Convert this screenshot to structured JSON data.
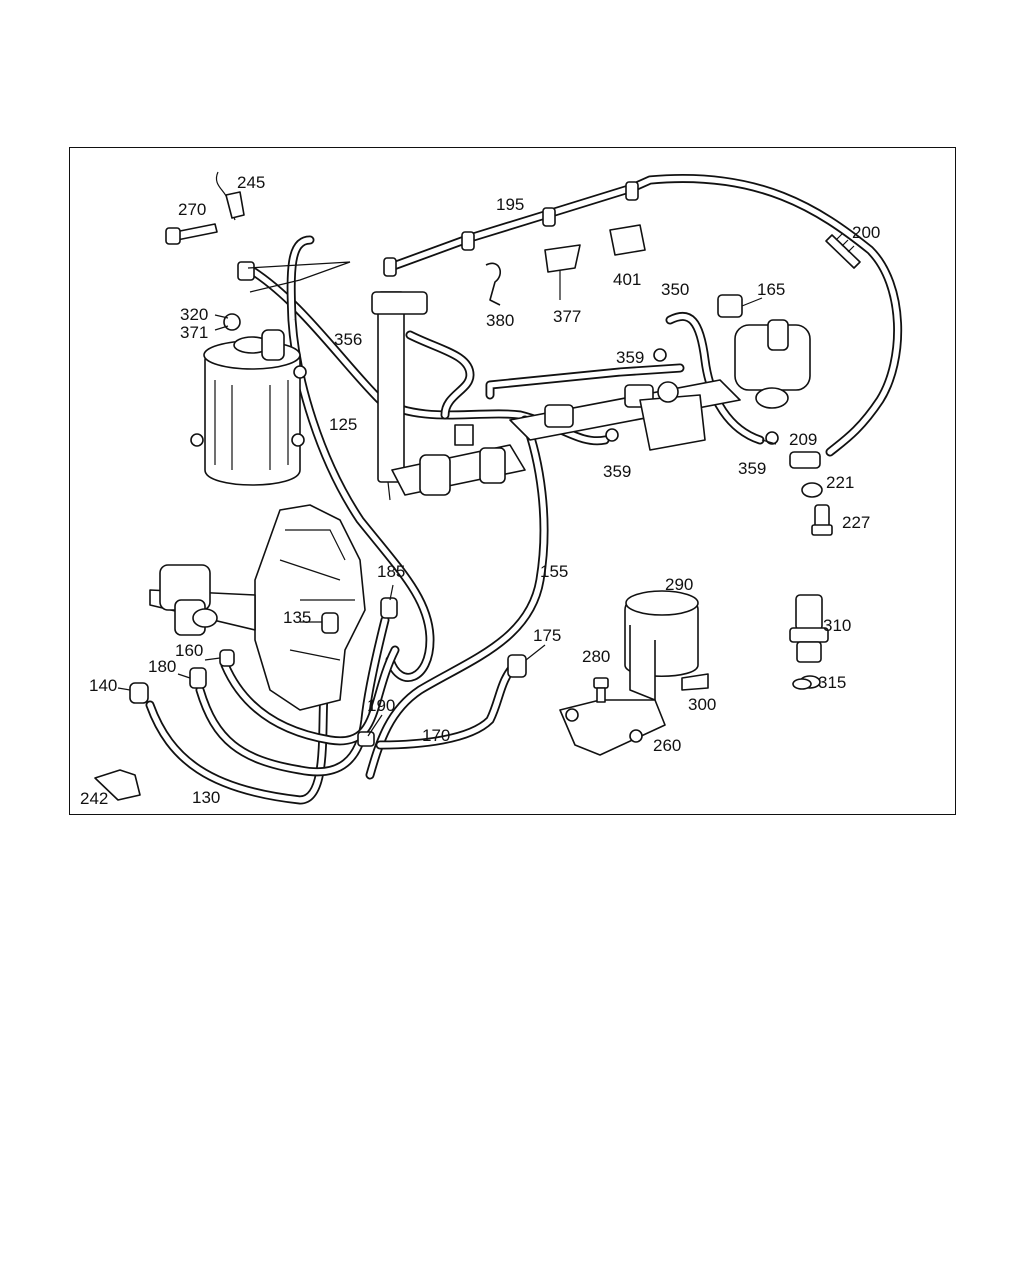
{
  "diagram": {
    "part_labels": {
      "p245": "245",
      "p270": "270",
      "p195": "195",
      "p200": "200",
      "p320": "320",
      "p371": "371",
      "p356": "356",
      "p380": "380",
      "p377": "377",
      "p401": "401",
      "p350": "350",
      "p165": "165",
      "p359a": "359",
      "p359b": "359",
      "p359c": "359",
      "p209": "209",
      "p125": "125",
      "p221": "221",
      "p227": "227",
      "p155": "155",
      "p185": "185",
      "p135": "135",
      "p290": "290",
      "p310": "310",
      "p175": "175",
      "p160": "160",
      "p180": "180",
      "p280": "280",
      "p140": "140",
      "p315": "315",
      "p190": "190",
      "p300": "300",
      "p170": "170",
      "p260": "260",
      "p242": "242",
      "p130": "130"
    },
    "colors": {
      "line": "#111111",
      "background": "#ffffff"
    }
  }
}
